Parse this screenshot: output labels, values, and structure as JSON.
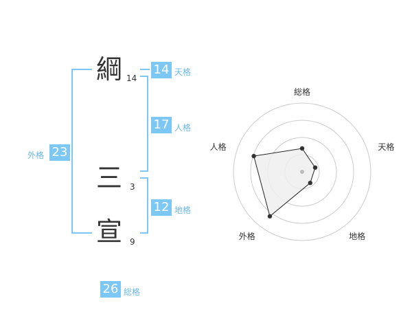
{
  "name": {
    "chars": [
      {
        "char": "綱",
        "strokes": "14"
      },
      {
        "char": "三",
        "strokes": "3"
      },
      {
        "char": "宣",
        "strokes": "9"
      }
    ]
  },
  "kaku": {
    "tenkaku": {
      "value": "14",
      "label": "天格"
    },
    "jinkaku": {
      "value": "17",
      "label": "人格"
    },
    "chikaku": {
      "value": "12",
      "label": "地格"
    },
    "gaikaku": {
      "value": "23",
      "label": "外格"
    },
    "soukaku": {
      "value": "26",
      "label": "総格"
    }
  },
  "chart_data": {
    "type": "radar",
    "axes": [
      "総格",
      "天格",
      "地格",
      "外格",
      "人格"
    ],
    "values": [
      1.7,
      1.0,
      1.0,
      4.0,
      3.7
    ],
    "rmax": 5,
    "rings": 4,
    "colors": {
      "fill": "#eeeeee",
      "line": "#222222",
      "grid": "#cccccc",
      "point": "#333333",
      "center": "#bbbbbb"
    }
  }
}
